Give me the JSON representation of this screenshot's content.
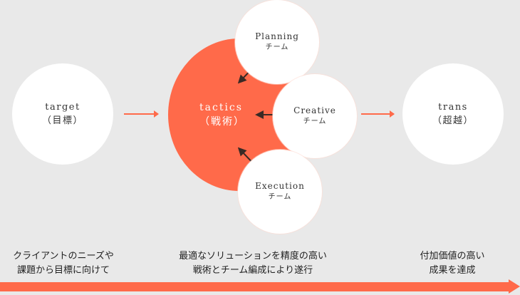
{
  "target": {
    "title": "target",
    "sub": "（目標）"
  },
  "tactics": {
    "title": "tactics",
    "sub": "（戦術）"
  },
  "teams": [
    {
      "title": "Planning",
      "sub": "チーム"
    },
    {
      "title": "Creative",
      "sub": "チーム"
    },
    {
      "title": "Execution",
      "sub": "チーム"
    }
  ],
  "trans": {
    "title": "trans",
    "sub": "（超越）"
  },
  "captions": [
    {
      "line1": "クライアントのニーズや",
      "line2": "課題から目標に向けて"
    },
    {
      "line1": "最適なソリューションを精度の高い",
      "line2": "戦術とチーム編成により遂行"
    },
    {
      "line1": "付加価値の高い",
      "line2": "成果を達成"
    }
  ],
  "colors": {
    "accent": "#ff6a4a",
    "background": "#e9e9e9"
  }
}
